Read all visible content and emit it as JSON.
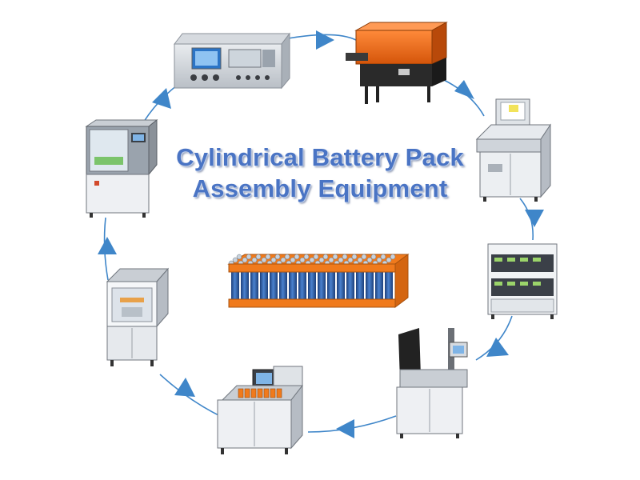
{
  "title": {
    "line1": "Cylindrical Battery Pack",
    "line2": "Assembly Equipment"
  },
  "colors": {
    "title": "#4a74c4",
    "arrow": "#3f86c9",
    "cell": "#2f5fa6",
    "holder": "#f07a1c"
  },
  "machines": [
    "cell-tester-machine-icon",
    "shrink-wrap-machine-icon",
    "sorting-console-machine-icon",
    "capacity-grading-cabinet-icon",
    "spot-welding-machine-icon",
    "battery-sorting-machine-icon",
    "automatic-assembly-machine-icon",
    "cell-loading-machine-icon"
  ],
  "center_image": "battery-pack-image"
}
